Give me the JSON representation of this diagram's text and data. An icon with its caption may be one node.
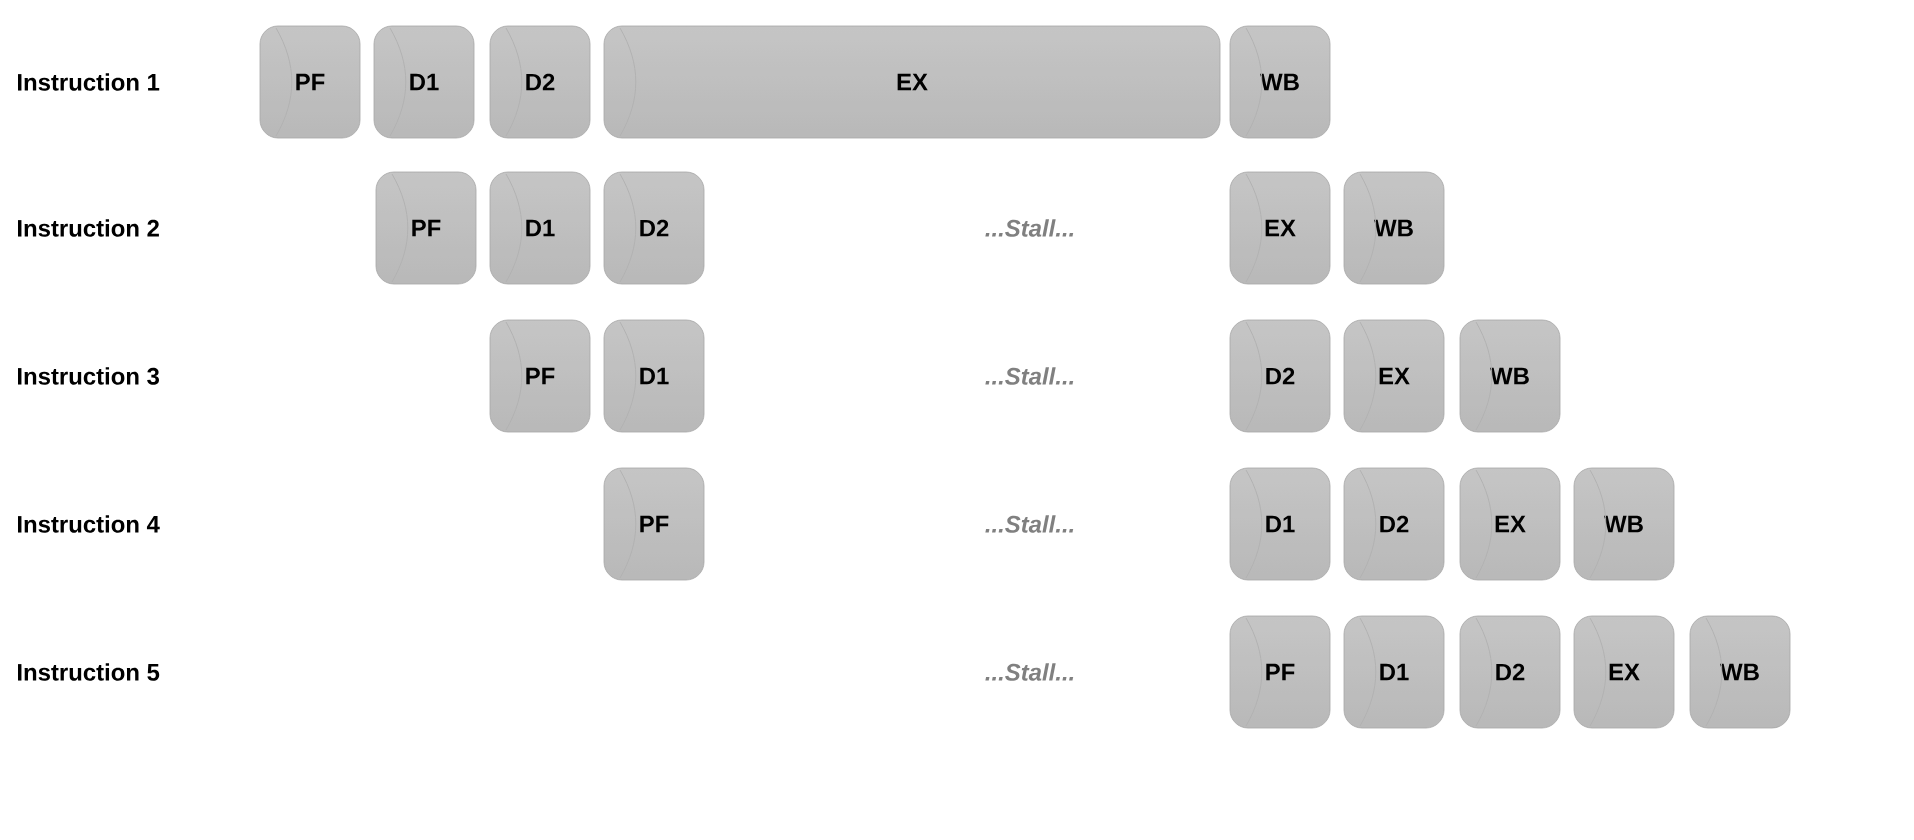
{
  "diagram": {
    "nodes": [
      {
        "text": [
          "PF"
        ]
      },
      {
        "text": [
          "D1"
        ]
      },
      {
        "text": [
          "D2"
        ]
      },
      {
        "text": [
          "EX"
        ]
      },
      {
        "text": [
          "WB"
        ]
      },
      {
        "text": [
          "PF"
        ]
      },
      {
        "text": [
          "D1"
        ]
      },
      {
        "text": [
          "D2"
        ]
      },
      {
        "text": [
          "EX"
        ]
      },
      {
        "text": [
          "WB"
        ]
      },
      {
        "text": [
          "PF"
        ]
      },
      {
        "text": [
          "D1"
        ]
      },
      {
        "text": [
          "D2"
        ]
      },
      {
        "text": [
          "EX"
        ]
      },
      {
        "text": [
          "WB"
        ]
      },
      {
        "text": [
          "PF"
        ]
      },
      {
        "text": [
          "D1"
        ]
      },
      {
        "text": [
          "D2"
        ]
      },
      {
        "text": [
          "EX"
        ]
      },
      {
        "text": [
          "WB"
        ]
      },
      {
        "text": [
          "PF"
        ]
      },
      {
        "text": [
          "D1"
        ]
      },
      {
        "text": [
          "D2"
        ]
      },
      {
        "text": [
          "EX"
        ]
      },
      {
        "text": [
          "WB"
        ]
      }
    ],
    "labels": [
      "Instruction 1",
      "Instruction 2",
      "...Stall...",
      "Instruction 3",
      "...Stall...",
      "Instruction 4",
      "...Stall...",
      "Instruction 5",
      "...Stall..."
    ]
  }
}
